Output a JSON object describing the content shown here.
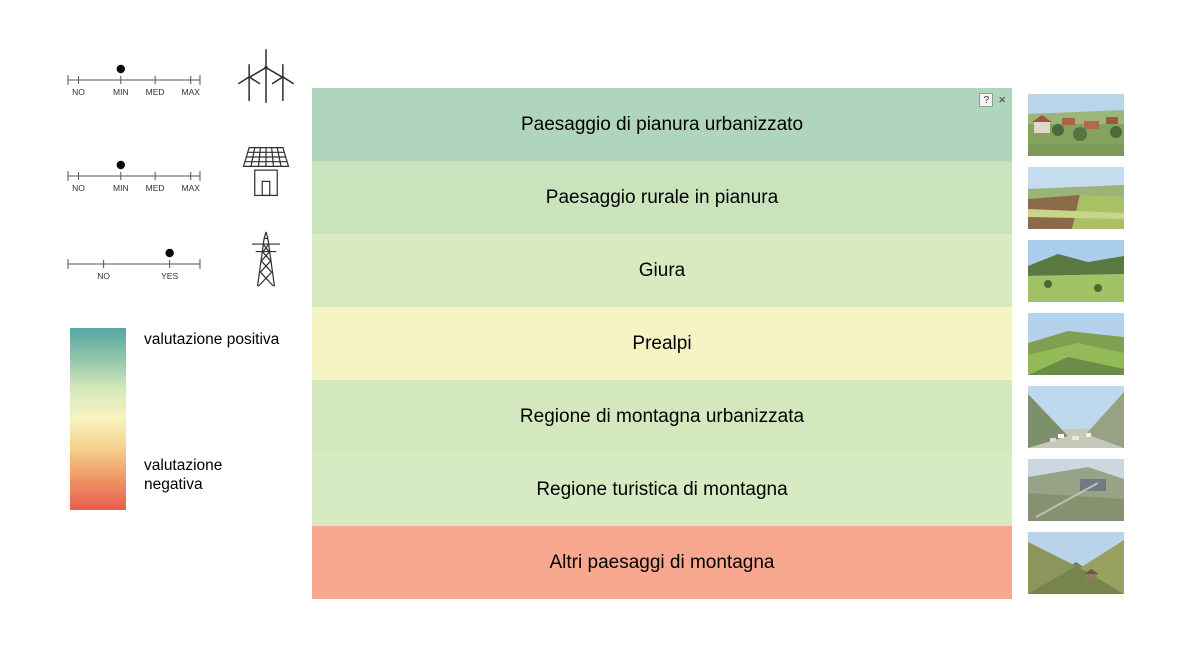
{
  "filters": {
    "sliders": [
      {
        "device": "wind-turbines",
        "ticks": [
          "NO",
          "MIN",
          "MED",
          "MAX"
        ],
        "selected": "MIN"
      },
      {
        "device": "solar-panels",
        "ticks": [
          "NO",
          "MIN",
          "MED",
          "MAX"
        ],
        "selected": "MIN"
      },
      {
        "device": "power-lines",
        "ticks": [
          "NO",
          "YES"
        ],
        "selected": "YES"
      }
    ]
  },
  "legend": {
    "positive_label": "valutazione positiva",
    "negative_label": "valutazione negativa",
    "gradient_stops": [
      "#58a5a3",
      "#90c5ab",
      "#d4e8bb",
      "#f7f3bf",
      "#f4cf8c",
      "#ef9462",
      "#ea5c50"
    ]
  },
  "panel": {
    "help_label": "?",
    "close_label": "×",
    "rows": [
      {
        "label": "Paesaggio di pianura urbanizzato",
        "color": "#b0d5bd"
      },
      {
        "label": "Paesaggio rurale in pianura",
        "color": "#c9e4bd"
      },
      {
        "label": "Giura",
        "color": "#d8ebc0"
      },
      {
        "label": "Prealpi",
        "color": "#f6f3c4"
      },
      {
        "label": "Regione di montagna urbanizzata",
        "color": "#d3e9bd"
      },
      {
        "label": "Regione turistica di montagna",
        "color": "#d6ebc1"
      },
      {
        "label": "Altri paesaggi di montagna",
        "color": "#f8a88e"
      }
    ]
  }
}
